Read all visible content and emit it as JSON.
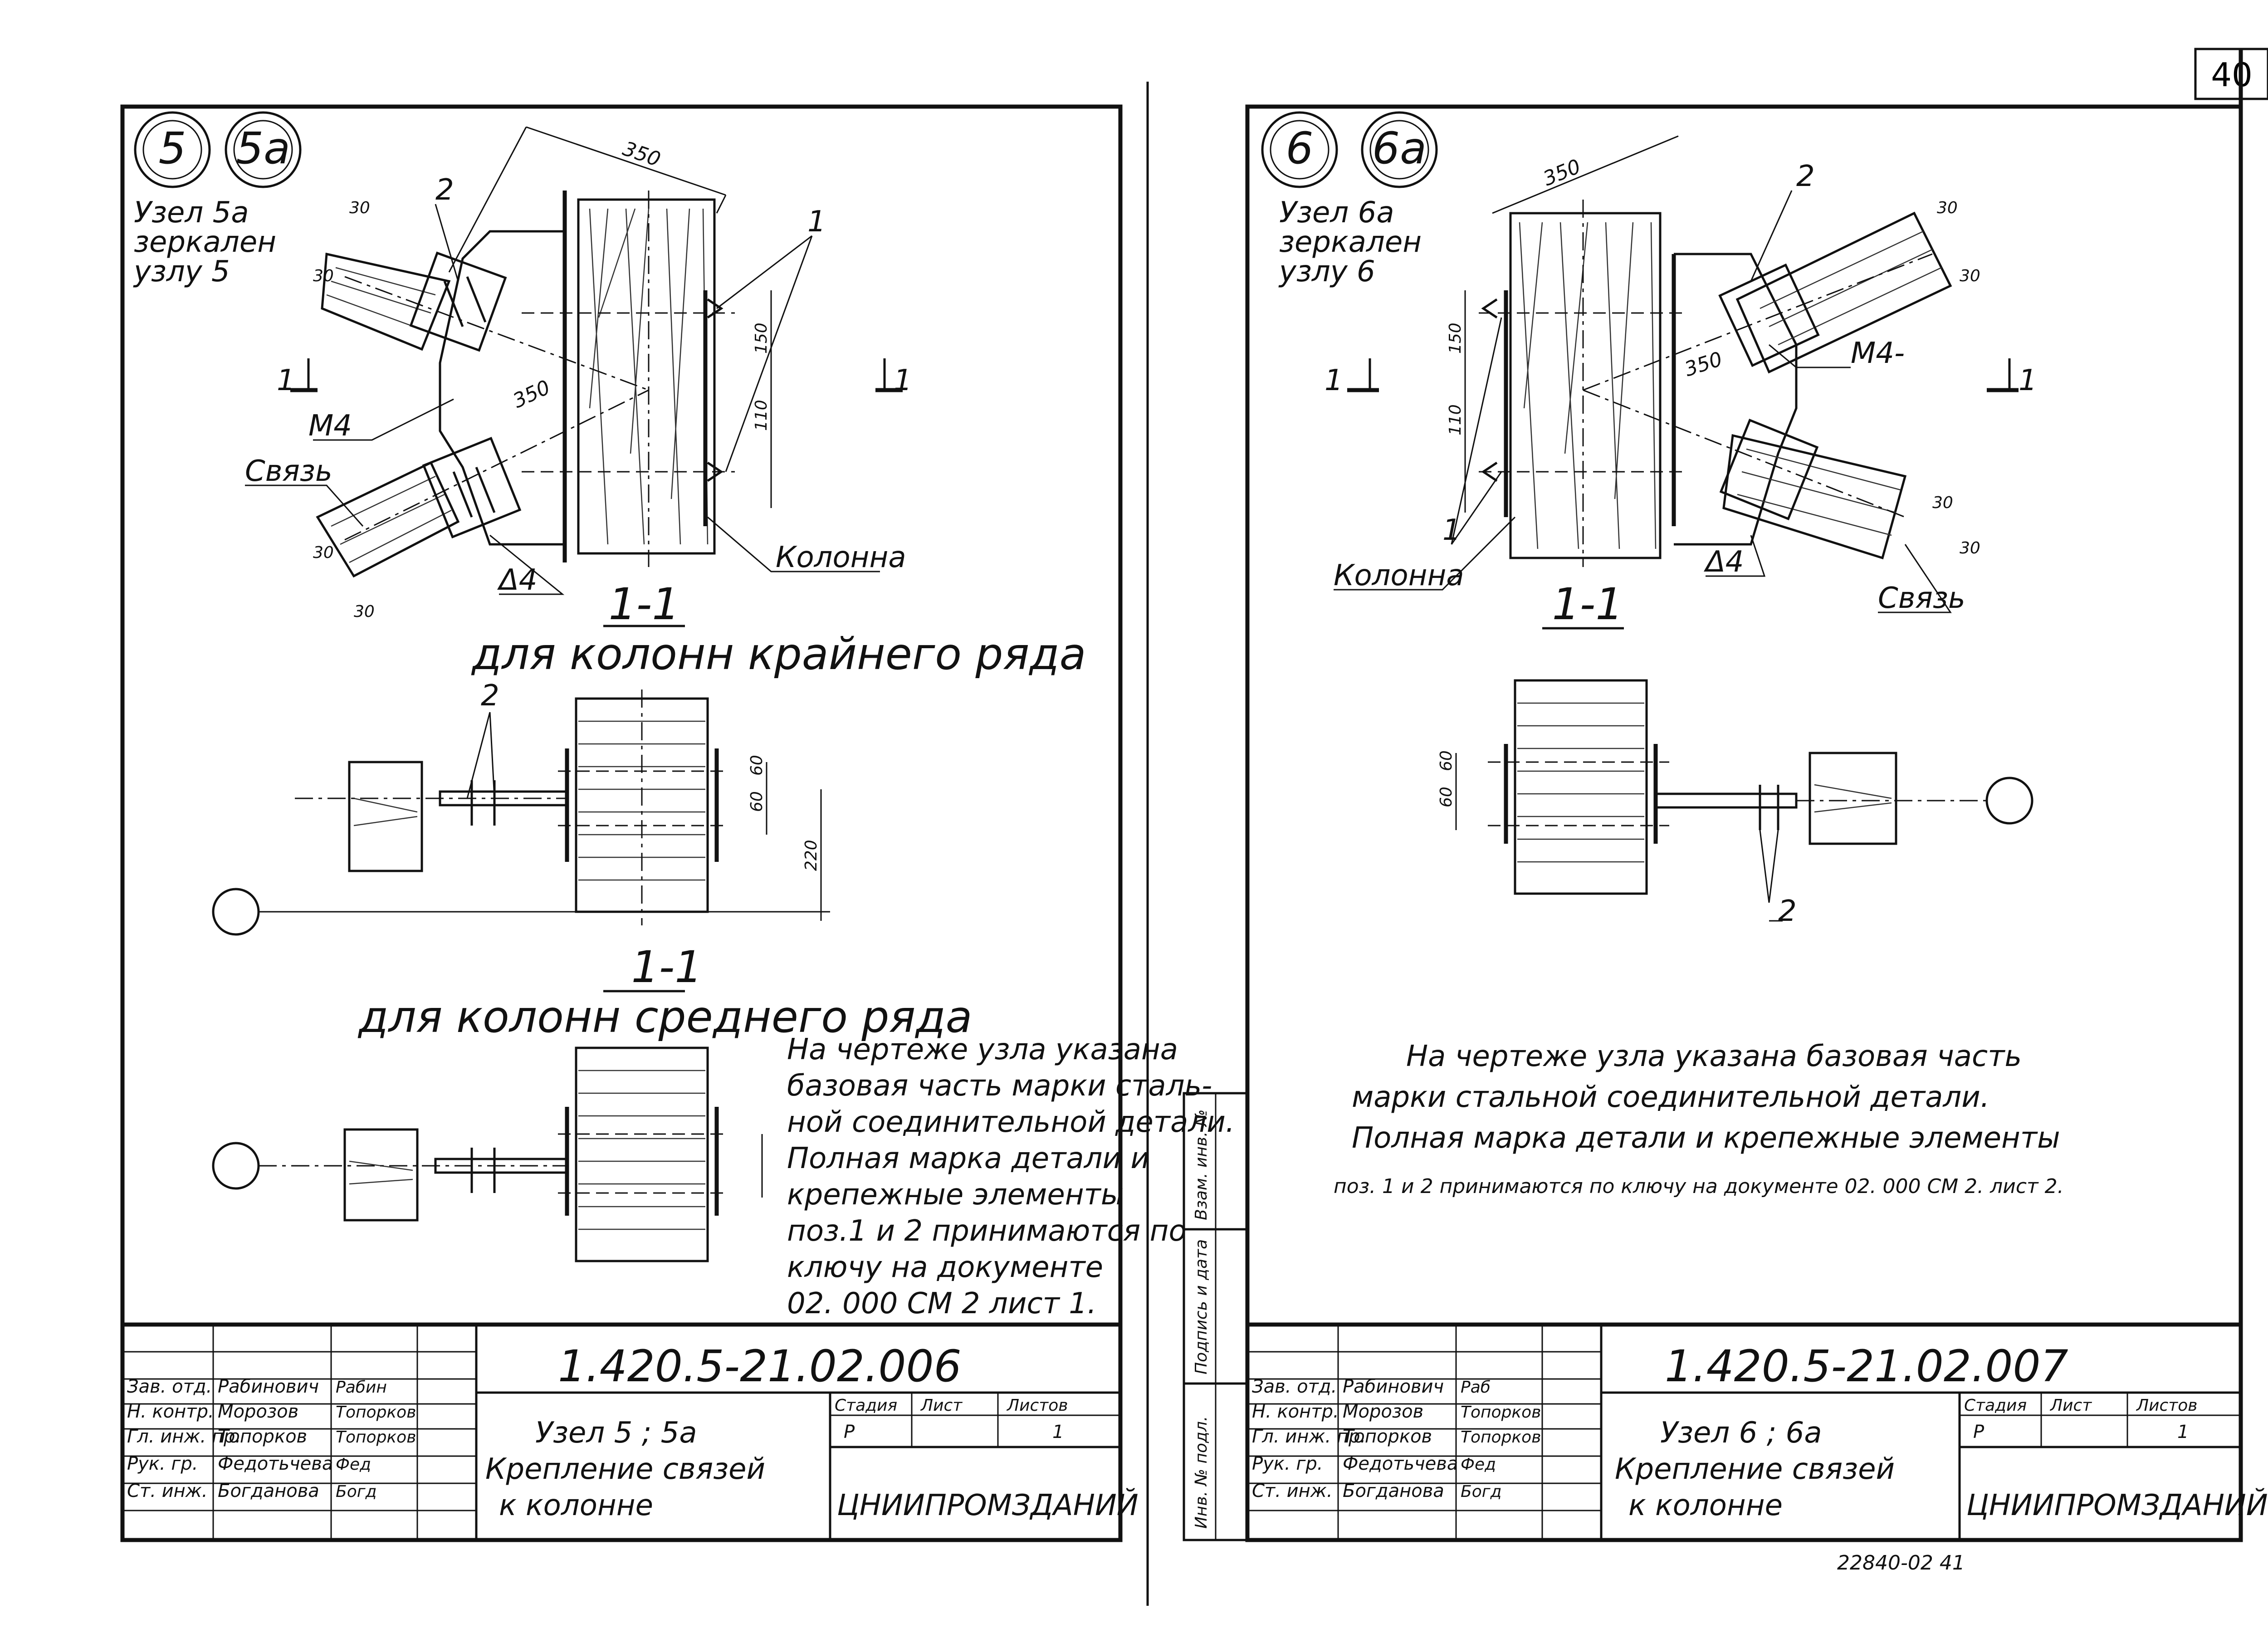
{
  "page_number": "40",
  "left_sheet": {
    "badges": [
      "5",
      "5а"
    ],
    "mirror_note": [
      "Узел 5а",
      "зеркален",
      "узлу 5"
    ],
    "dimensions": {
      "d350_top": "350",
      "d350_mid": "350",
      "d30_a": "30",
      "d30_b": "30",
      "d30_c": "30",
      "d30_d": "30",
      "d150": "150",
      "d110": "110",
      "d60_a": "60",
      "d60_b": "60",
      "d220": "220"
    },
    "labels": {
      "pos1": "1",
      "pos2": "2",
      "pos2_b": "2",
      "m4": "М4",
      "svyaz": "Связь",
      "kolonna": "Колонна",
      "weld": "Δ4",
      "section_mark": "1",
      "section_mark_r": "1"
    },
    "section_title_1": "1-1",
    "caption_1": "для колонн крайнего ряда",
    "section_title_2": "1-1",
    "caption_2": "для колонн среднего ряда",
    "note_lines": [
      "На чертеже узла указана",
      "базовая часть марки сталь-",
      "ной соединительной детали.",
      "Полная марка детали и",
      "крепежные элементы",
      "поз.1 и 2 принимаются по",
      "ключу на документе",
      "02. 000 СМ 2   лист 1."
    ],
    "title_block": {
      "doc_code": "1.420.5-21.02.006",
      "roles": [
        "Зав. отд.",
        "Н. контр.",
        "Гл. инж. пр.",
        "Рук. гр.",
        "Ст. инж."
      ],
      "names": [
        "Рабинович",
        "Морозов",
        "Топорков",
        "Федотьчева",
        "Богданова"
      ],
      "signatures": [
        "Рабин",
        "Топорков",
        "Топорков",
        "Фед",
        "Богд"
      ],
      "title_lines": [
        "Узел 5 ; 5а",
        "Крепление связей",
        "к колонне"
      ],
      "stage_header": "Стадия",
      "sheet_header": "Лист",
      "sheets_header": "Листов",
      "stage": "Р",
      "sheets": "1",
      "org": "ЦНИИПРОМЗДАНИЙ"
    }
  },
  "right_sheet": {
    "badges": [
      "6",
      "6а"
    ],
    "mirror_note": [
      "Узел 6а",
      "зеркален",
      "узлу 6"
    ],
    "dimensions": {
      "d350_top": "350",
      "d350_mid": "350",
      "d30_a": "30",
      "d30_b": "30",
      "d30_c": "30",
      "d30_d": "30",
      "d150": "150",
      "d110": "110",
      "d60_a": "60",
      "d60_b": "60"
    },
    "labels": {
      "pos1": "1",
      "pos2": "2",
      "pos2_b": "2",
      "m4": "М4-",
      "svyaz": "Связь",
      "kolonna": "Колонна",
      "weld": "Δ4",
      "section_mark": "1",
      "section_mark_r": "1"
    },
    "section_title_1": "1-1",
    "note_lines": [
      "На   чертеже   узла   указана   базовая   часть",
      "марки   стальной   соединительной   детали.",
      "Полная   марка   детали   и   крепежные   элементы",
      "поз. 1 и 2 принимаются по ключу на документе  02. 000 СМ 2. лист 2."
    ],
    "side_stamp": [
      "Инв. № подл.",
      "Подпись и дата",
      "Взам. инв. №"
    ],
    "title_block": {
      "doc_code": "1.420.5-21.02.007",
      "roles": [
        "Зав. отд.",
        "Н. контр.",
        "Гл. инж. пр.",
        "Рук. гр.",
        "Ст. инж."
      ],
      "names": [
        "Рабинович",
        "Морозов",
        "Топорков",
        "Федотьчева",
        "Богданова"
      ],
      "signatures": [
        "Раб",
        "Топорков",
        "Топорков",
        "Фед",
        "Богд"
      ],
      "title_lines": [
        "Узел 6 ; 6а",
        "Крепление связей",
        "к колонне"
      ],
      "stage_header": "Стадия",
      "sheet_header": "Лист",
      "sheets_header": "Листов",
      "stage": "Р",
      "sheets": "1",
      "org": "ЦНИИПРОМЗДАНИЙ"
    },
    "archive_number": "22840-02   41"
  }
}
